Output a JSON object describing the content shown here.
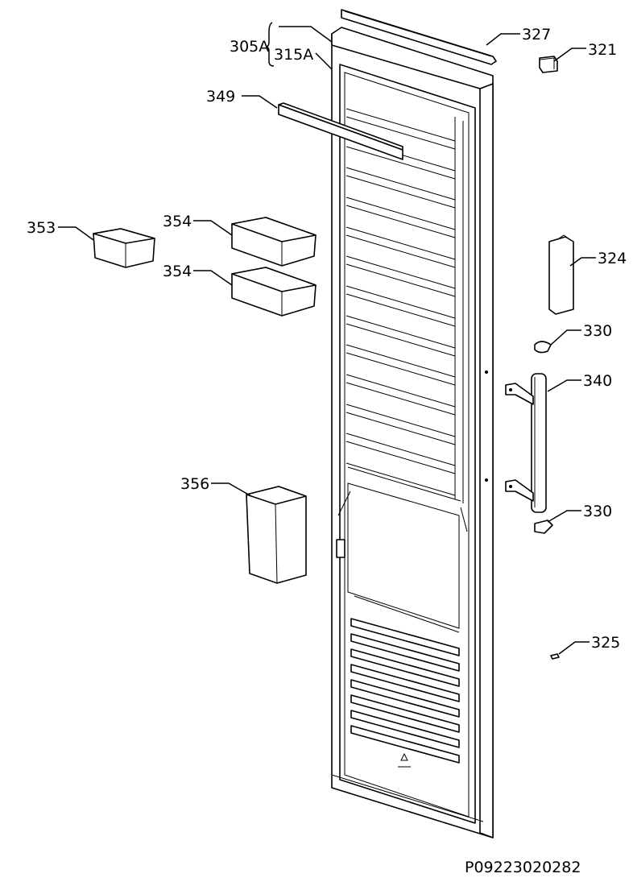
{
  "callouts": [
    {
      "id": "305A",
      "label": "305A"
    },
    {
      "id": "315A",
      "label": "315A"
    },
    {
      "id": "327",
      "label": "327"
    },
    {
      "id": "321",
      "label": "321"
    },
    {
      "id": "349",
      "label": "349"
    },
    {
      "id": "353",
      "label": "353"
    },
    {
      "id": "354a",
      "label": "354"
    },
    {
      "id": "354b",
      "label": "354"
    },
    {
      "id": "324",
      "label": "324"
    },
    {
      "id": "330a",
      "label": "330"
    },
    {
      "id": "340",
      "label": "340"
    },
    {
      "id": "356",
      "label": "356"
    },
    {
      "id": "330b",
      "label": "330"
    },
    {
      "id": "325",
      "label": "325"
    }
  ],
  "reference_code": "P09223020282"
}
